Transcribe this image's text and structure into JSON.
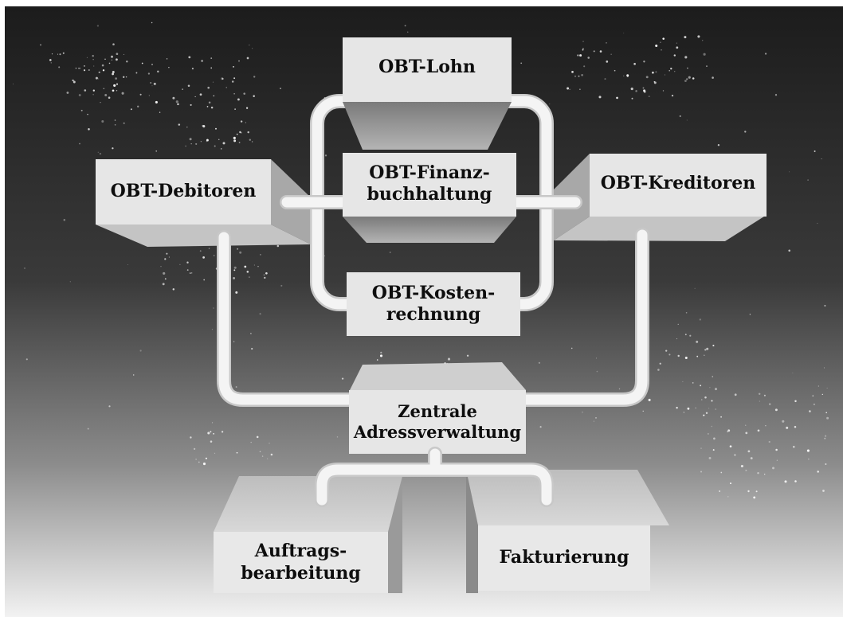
{
  "diagram": {
    "modules": {
      "lohn": "OBT-Lohn",
      "debitoren": "OBT-Debitoren",
      "finanz_line1": "OBT-Finanz-",
      "finanz_line2": "buchhaltung",
      "kreditoren": "OBT-Kreditoren",
      "kosten_line1": "OBT-Kosten-",
      "kosten_line2": "rechnung",
      "zentrale_line1": "Zentrale",
      "zentrale_line2": "Adressverwaltung",
      "auftrags_line1": "Auftrags-",
      "auftrags_line2": "bearbeitung",
      "fakturierung": "Fakturierung"
    },
    "colors": {
      "sky_top": "#1c1c1c",
      "sky_bottom": "#f2f2f2",
      "box_face": "#e6e6e6",
      "box_side": "#a8a8a8",
      "pipe": "#f4f4f4"
    }
  }
}
